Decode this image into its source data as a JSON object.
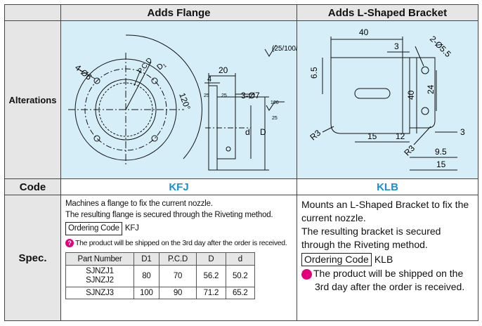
{
  "headers": {
    "col1": "Adds Flange",
    "col2": "Adds L-Shaped Bracket"
  },
  "row_labels": {
    "alterations": "Alterations",
    "code": "Code",
    "spec": "Spec."
  },
  "codes": {
    "flange": "KFJ",
    "bracket": "KLB"
  },
  "flange_drawing": {
    "holes": "4-Ø6",
    "pcd": "P.C.D",
    "d1": "D",
    "d1_sub": "1",
    "angle": "120°",
    "dim_20": "20",
    "dim_4": "4",
    "rough_25a": "25",
    "rough_25b": "25",
    "holes2": "3-Ø7",
    "rough_100": "100",
    "rough_25c": "25",
    "d_small": "d",
    "d_big": "D",
    "finish_note": "(25/100/)"
  },
  "bracket_drawing": {
    "dim_40_top": "40",
    "dim_3_top": "3",
    "holes": "2-Ø5.5",
    "dim_6_5": "6.5",
    "dim_40_side": "40",
    "dim_24": "24",
    "r3_left": "R3",
    "r3_right": "R3",
    "dim_15": "15",
    "dim_12": "12",
    "dim_3_right": "3",
    "dim_9_5": "9.5",
    "dim_15_bottom": "15"
  },
  "spec_flange": {
    "line1": "Machines a flange to fix the current nozzle.",
    "line2": "The resulting flange is secured through the Riveting method.",
    "ordering_label": "Ordering Code",
    "ordering_value": "KFJ",
    "note": "The product will be shipped on the 3rd day after the order is received.",
    "table_headers": [
      "Part Number",
      "D1",
      "P.C.D",
      "D",
      "d"
    ],
    "rows": [
      {
        "part_a": "SJNZJ1",
        "part_b": "SJNZJ2",
        "d1": "80",
        "pcd": "70",
        "D": "56.2",
        "d": "50.2"
      },
      {
        "part": "SJNZJ3",
        "d1": "100",
        "pcd": "90",
        "D": "71.2",
        "d": "65.2"
      }
    ]
  },
  "spec_bracket": {
    "line1": "Mounts an L-Shaped Bracket to fix the current nozzle.",
    "line2": "The resulting bracket is secured through the Riveting method.",
    "ordering_label": "Ordering Code",
    "ordering_value": "KLB",
    "note": "The product will be shipped on the 3rd day after the order is received."
  },
  "colors": {
    "accent": "#1a8fd0",
    "drawing_bg": "#d6eef8",
    "header_bg": "#e6e6e6",
    "note_icon": "#e3007b"
  },
  "icons": {
    "note": "question-circle-icon"
  }
}
